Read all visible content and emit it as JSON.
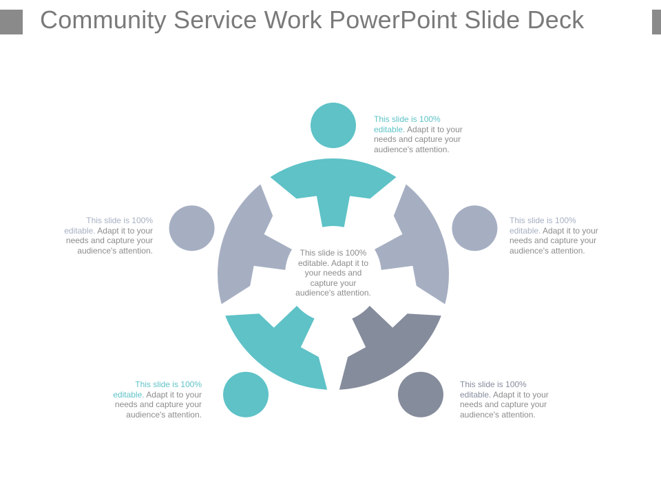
{
  "title": "Community Service Work PowerPoint Slide Deck",
  "colors": {
    "teal": "#5ec2c7",
    "light_gray": "#a6afc2",
    "dark_gray": "#858c9c",
    "title_gray": "#7a7a7a",
    "text_gray": "#8c8c8c"
  },
  "center_text": "This slide is 100% editable. Adapt it to your needs and capture your audience's attention.",
  "figures": [
    {
      "id": "top",
      "color": "teal"
    },
    {
      "id": "right",
      "color": "light_gray"
    },
    {
      "id": "bottom-right",
      "color": "dark_gray"
    },
    {
      "id": "bottom-left",
      "color": "teal"
    },
    {
      "id": "left",
      "color": "light_gray"
    }
  ],
  "captions": [
    {
      "id": "top",
      "lead": "This slide is 100% editable.",
      "rest": " Adapt it to your needs and capture your audience's attention.",
      "lead_color": "teal"
    },
    {
      "id": "right",
      "lead": "This slide is 100% editable.",
      "rest": " Adapt it to your needs and capture your audience's attention.",
      "lead_color": "light_gray"
    },
    {
      "id": "bottom-right",
      "lead": "This slide is 100% editable.",
      "rest": " Adapt it to your needs and capture your audience's attention.",
      "lead_color": "dark_gray"
    },
    {
      "id": "bottom-left",
      "lead": "This slide is 100% editable.",
      "rest": " Adapt it to your needs and capture your audience's attention.",
      "lead_color": "teal"
    },
    {
      "id": "left",
      "lead": "This slide is 100% editable.",
      "rest": " Adapt it to your needs and capture your audience's attention.",
      "lead_color": "light_gray"
    }
  ]
}
